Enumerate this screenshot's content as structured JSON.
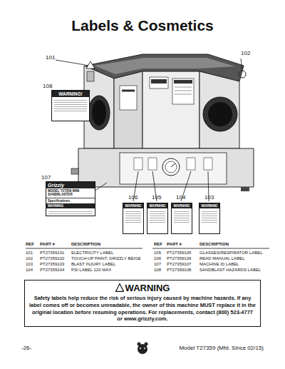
{
  "diagram": {
    "title": "Labels & Cosmetics",
    "nodes": [
      {
        "text": [
          "WARNING!"
        ]
      },
      {
        "text": [
          "Grizzly",
          "MODEL T27359 MINI SANDBLASTER",
          "Specifications",
          "WARNING"
        ]
      },
      {
        "text": [
          "WARNING"
        ]
      },
      {
        "text": [
          "WARNING"
        ]
      },
      {
        "text": [
          "WARNING"
        ]
      },
      {
        "text": [
          "WARNING"
        ]
      },
      {
        "text": [
          "WARNING",
          "Safety labels help reduce the risk of serious injury caused by machine hazards. If any label comes off or becomes unreadable, the owner of this machine MUST replace it in the original location before resuming operations. For replacements, contact (800) 523-4777 or www.grizzly.com."
        ]
      }
    ],
    "labels": [
      "101",
      "102",
      "108",
      "107",
      "106",
      "105",
      "104",
      "103",
      "REF",
      "PART #",
      "DESCRIPTION",
      "REF",
      "PART #",
      "DESCRIPTION",
      "101",
      "PT27359101",
      "ELECTRICITY LABEL",
      "105",
      "PT27359105",
      "GLASSES/RESPIRATOR LABEL",
      "102",
      "PT27359102",
      "TOUCH-UP PAINT, GRIZZLY BEIGE",
      "106",
      "PT27359106",
      "READ MANUAL LABEL",
      "103",
      "PT27359103",
      "BLAST INJURY LABEL",
      "107",
      "PT27359107",
      "MACHINE ID LABEL",
      "104",
      "PT27359104",
      "PSI LABEL 120 MAX",
      "108",
      "PT27359108",
      "SANDBLAST HAZARDS LABEL",
      "-26-",
      "Model T27359 (Mfd. Since 02/15)"
    ]
  }
}
